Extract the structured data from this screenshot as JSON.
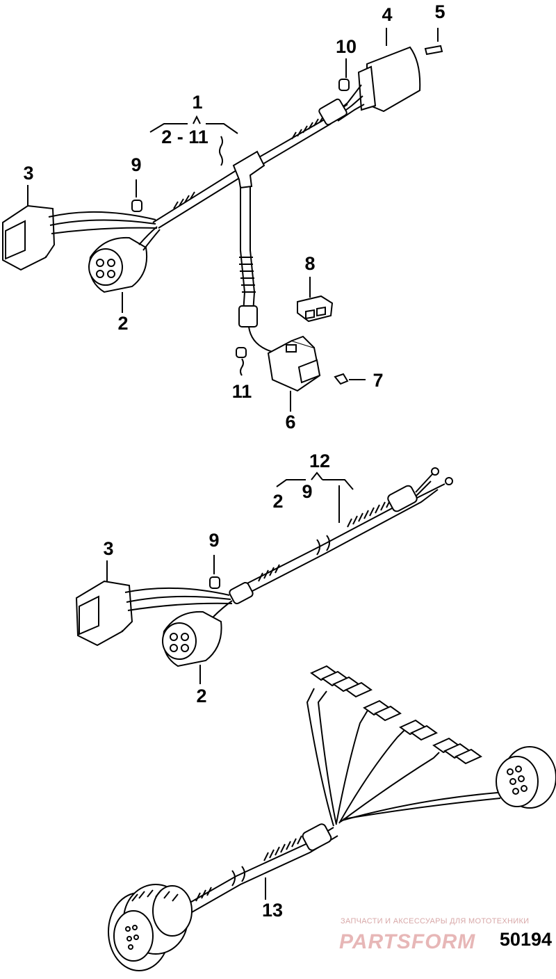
{
  "callouts": {
    "c1": "1",
    "c1_range": "2 - 11",
    "c2a": "2",
    "c3a": "3",
    "c4": "4",
    "c5": "5",
    "c6": "6",
    "c7": "7",
    "c8": "8",
    "c9a": "9",
    "c10": "10",
    "c11": "11",
    "c12": "12",
    "c12_left": "2",
    "c12_right": "9",
    "c3b": "3",
    "c9b": "9",
    "c2b": "2",
    "c13": "13"
  },
  "figure_number": "50194",
  "watermark": {
    "tagline": "ЗАПЧАСТИ И АКСЕССУАРЫ ДЛЯ МОТОТЕХНИКИ",
    "logo": "PARTSFORM"
  },
  "colors": {
    "line": "#000000",
    "background": "#ffffff",
    "watermark": "#e7b7b7"
  }
}
